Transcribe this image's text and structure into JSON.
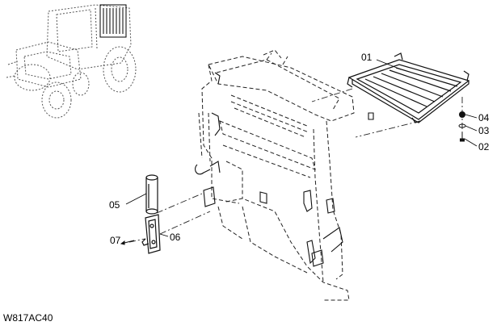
{
  "diagram": {
    "drawing_code": "W817AC40",
    "callouts": {
      "p01": "01",
      "p02": "02",
      "p03": "03",
      "p04": "04",
      "p05": "05",
      "p06": "06",
      "p07": "07"
    }
  }
}
